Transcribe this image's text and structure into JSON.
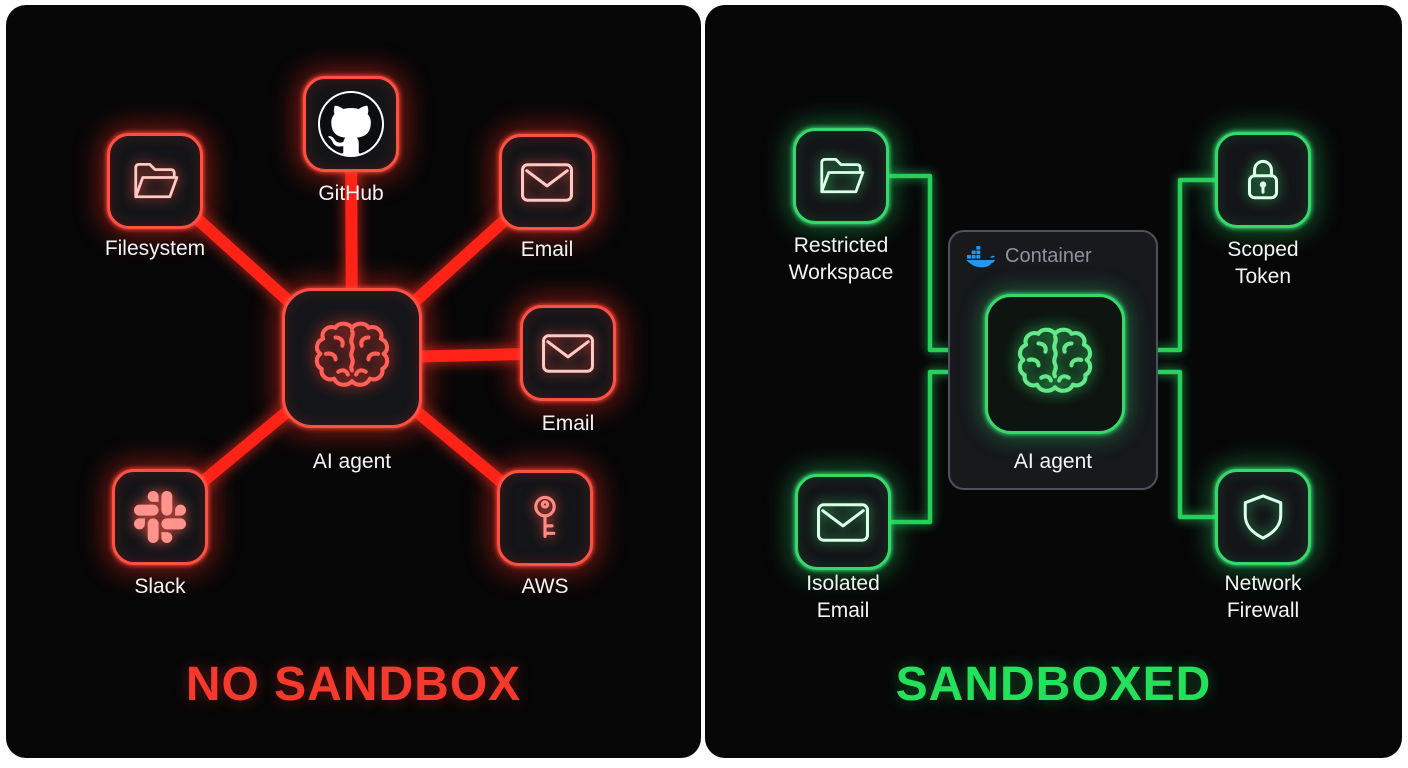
{
  "no_sandbox": {
    "title": "NO SANDBOX",
    "accent_color": "#f5392c",
    "agent": {
      "label": "AI agent",
      "icon": "brain-icon"
    },
    "nodes": {
      "filesystem": {
        "label": "Filesystem",
        "icon": "folder-icon"
      },
      "github": {
        "label": "GitHub",
        "icon": "github-icon"
      },
      "email_top": {
        "label": "Email",
        "icon": "envelope-icon"
      },
      "email_right": {
        "label": "Email",
        "icon": "envelope-icon"
      },
      "slack": {
        "label": "Slack",
        "icon": "slack-icon"
      },
      "aws": {
        "label": "AWS",
        "icon": "key-icon"
      }
    }
  },
  "sandboxed": {
    "title": "SANDBOXED",
    "accent_color": "#24e15c",
    "container": {
      "label": "Container",
      "icon": "docker-icon"
    },
    "agent": {
      "label": "AI agent",
      "icon": "brain-icon"
    },
    "nodes": {
      "restricted_workspace": {
        "label": "Restricted Workspace",
        "icon": "folder-icon"
      },
      "scoped_token": {
        "label": "Scoped Token",
        "icon": "padlock-icon"
      },
      "isolated_email": {
        "label": "Isolated Email",
        "icon": "envelope-icon"
      },
      "network_firewall": {
        "label": "Network Firewall",
        "icon": "shield-icon"
      }
    }
  }
}
